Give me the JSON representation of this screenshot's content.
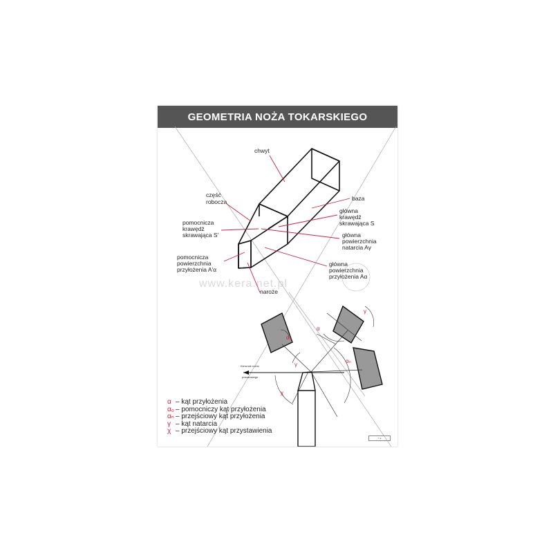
{
  "title": "GEOMETRIA NOŻA TOKARSKIEGO",
  "watermark": "www.kera.net.pl",
  "labels": {
    "chwyt": "chwyt",
    "czesc_robocza_1": "część",
    "czesc_robocza_2": "robocza",
    "baza": "baza",
    "glowna_krawedz_1": "główna",
    "glowna_krawedz_2": "krawędź",
    "glowna_krawedz_3": "skrawająca S",
    "pomocnicza_krawedz_1": "pomocnicza",
    "pomocnicza_krawedz_2": "krawędź",
    "pomocnicza_krawedz_3": "skrawająca S'",
    "glowna_natarcia_1": "główna",
    "glowna_natarcia_2": "powierzchnia",
    "glowna_natarcia_3": "natarcia Aγ",
    "pomocnicza_przylozenia_1": "pomocnicza",
    "pomocnicza_przylozenia_2": "powierzchnia",
    "pomocnicza_przylozenia_3": "przyłożenia A'α",
    "glowna_przylozenia_1": "główna",
    "glowna_przylozenia_2": "powierzchnia",
    "glowna_przylozenia_3": "przyłożenia Aα",
    "naroze": "naroże",
    "kierunek_1": "Kierunek ruchu",
    "kierunek_2": "posuwowego"
  },
  "angle_marks": {
    "alpha": "α",
    "alpha_0": "α₀",
    "alpha_n": "αₙ",
    "gamma": "γ",
    "chi": "χ"
  },
  "legend": [
    {
      "symbol": "α",
      "text": "– kąt przyłożenia"
    },
    {
      "symbol": "α₀",
      "text": "– pomocniczy kąt przyłożenia"
    },
    {
      "symbol": "αₙ",
      "text": "– przejściowy kąt przyłożenia"
    },
    {
      "symbol": "γ",
      "text": "– kąt natarcia"
    },
    {
      "symbol": "χ",
      "text": "– przejściowy kąt przystawienia"
    }
  ],
  "colors": {
    "accent": "#cc2244",
    "title_bar": "#555555",
    "insert_fill": "#999999"
  }
}
